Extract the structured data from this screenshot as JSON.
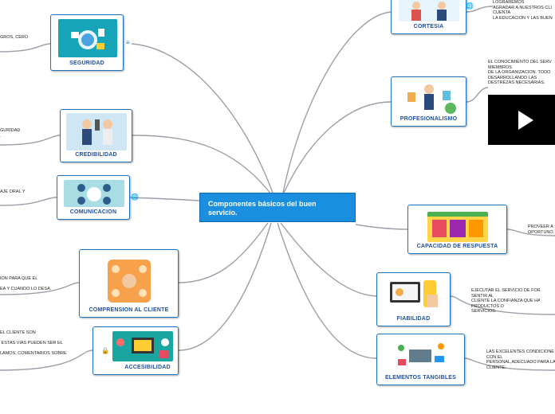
{
  "central": {
    "title": "Componentes básicos del buen servicio."
  },
  "nodes": {
    "seguridad": "SEGURIDAD",
    "credibilidad": "CREDIBILIDAD",
    "comunicacion": "COMUNICACION",
    "comprension": "COMPRENSION AL CLIENTE",
    "accesibilidad": "ACCESIBILIDAD",
    "cortesia": "CORTESIA",
    "profesionalismo": "PROFESIONALISMO",
    "capacidad": "CAPACIDAD DE RESPUESTA",
    "fiabilidad": "FIABILIDAD",
    "tangibles": "ELEMENTOS TANGIBLES"
  },
  "notes": {
    "seguridad": "GROS, CERO",
    "credibilidad": "GURIDAD\n.",
    "comunicacion": "AJE ORAL Y",
    "comprension": "ION PARA QUE EL\n\nEA Y CUANDO LO DESA.",
    "accesibilidad": "EL CLIENTE SON\n\n ESTAS VIAS PUEDEN SER EL\n\nLAMOS, COMENTARIOS SOBRE",
    "cortesia": "LOGRAREMOS\nAGRADAR A NUESTROS CLI\nCUENTA\nLA EDUCACION Y LAS BUEN",
    "profesionalismo": "EL CONOCIMIENTO DEL SERV\nMIEMBROS\nDE LA ORGANIZACION. TODO\nDESARROLLANDO LAS\nDESTREZAS NECESARIAS.",
    "capacidad": "PROVEER A\nOPORTUNO.",
    "fiabilidad": "EJECUTAR EL SERVICIO DE FORMA SE\nSENTIR AL\nCLIENTE LA CONFIANZA QUE HAY AL\nPRODUCTOS O\nSERVICIOS.",
    "tangibles": "LAS EXCELENTES CONDICIONE\nCON EL\nPERSONAL,ADECUADO PARA LA\nCLIENTE."
  },
  "colors": {
    "central_bg": "#1a8fe0",
    "branch": "#9aa0a8",
    "border": "#1e73be"
  },
  "icons": [
    "note-icon",
    "globe-icon",
    "lock-icon",
    "play-icon"
  ]
}
